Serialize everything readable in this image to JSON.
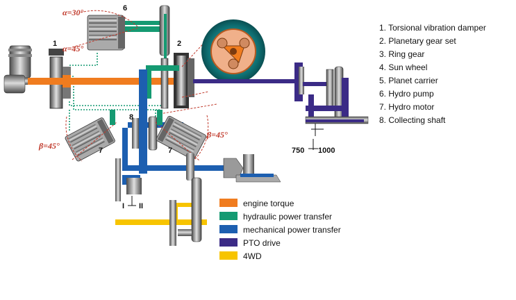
{
  "components": [
    {
      "id": "1",
      "name": "Torsional vibration damper"
    },
    {
      "id": "2",
      "name": "Planetary gear set"
    },
    {
      "id": "3",
      "name": "Ring gear"
    },
    {
      "id": "4",
      "name": "Sun wheel"
    },
    {
      "id": "5",
      "name": "Planet carrier"
    },
    {
      "id": "6",
      "name": "Hydro pump"
    },
    {
      "id": "7",
      "name": "Hydro motor"
    },
    {
      "id": "8",
      "name": "Collecting shaft"
    }
  ],
  "component_list": [
    "1. Torsional vibration damper",
    "2. Planetary gear set",
    "3. Ring gear",
    "4. Sun wheel",
    "5. Planet carrier",
    "6. Hydro pump",
    "7. Hydro motor",
    "8. Collecting shaft"
  ],
  "callouts": {
    "damper": "1",
    "planetary": "2",
    "pump": "6",
    "collecting_shaft": "8",
    "motor_left": "7",
    "motor_right": "7"
  },
  "angles": {
    "alpha_top": "α=30°",
    "alpha_bottom": "α=45°",
    "beta_left": "β=45°",
    "beta_right": "β=45°"
  },
  "gear_range": {
    "label_i": "I",
    "label_ii": "II"
  },
  "pto_speeds": {
    "low": "750",
    "high": "1000"
  },
  "legend": [
    {
      "label": "engine torque",
      "color": "#f07c1f"
    },
    {
      "label": "hydraulic power transfer",
      "color": "#159a72"
    },
    {
      "label": "mechanical power transfer",
      "color": "#1d5fb0"
    },
    {
      "label": "PTO drive",
      "color": "#3b2b86"
    },
    {
      "label": "4WD",
      "color": "#f7c400"
    }
  ]
}
